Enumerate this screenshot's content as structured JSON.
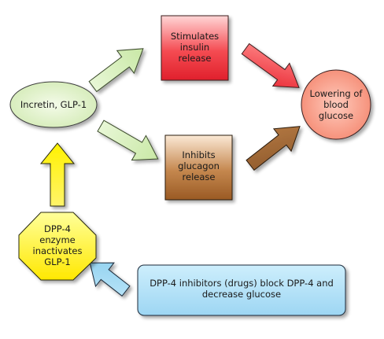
{
  "nodes": {
    "incretin": {
      "lines": [
        "Incretin, GLP-1"
      ]
    },
    "stimulates": {
      "lines": [
        "Stimulates",
        "insulin",
        "release"
      ]
    },
    "inhibits": {
      "lines": [
        "Inhibits",
        "glucagon",
        "release"
      ]
    },
    "lowering": {
      "lines": [
        "Lowering of",
        "blood",
        "glucose"
      ]
    },
    "dpp4": {
      "lines": [
        "DPP-4",
        "enzyme",
        "inactivates",
        "GLP-1"
      ]
    },
    "inhibitors": {
      "lines": [
        "DPP-4 inhibitors (drugs) block DPP-4 and",
        "decrease glucose"
      ]
    }
  },
  "colors": {
    "green_arrow": "#d4f0b4",
    "red": "#ef2f3a",
    "brown": "#a3622a",
    "salmon": "#f6a08c",
    "yellow": "#fff200",
    "blue": "#a8dcf5",
    "ellipse": "#ddf0c2"
  }
}
